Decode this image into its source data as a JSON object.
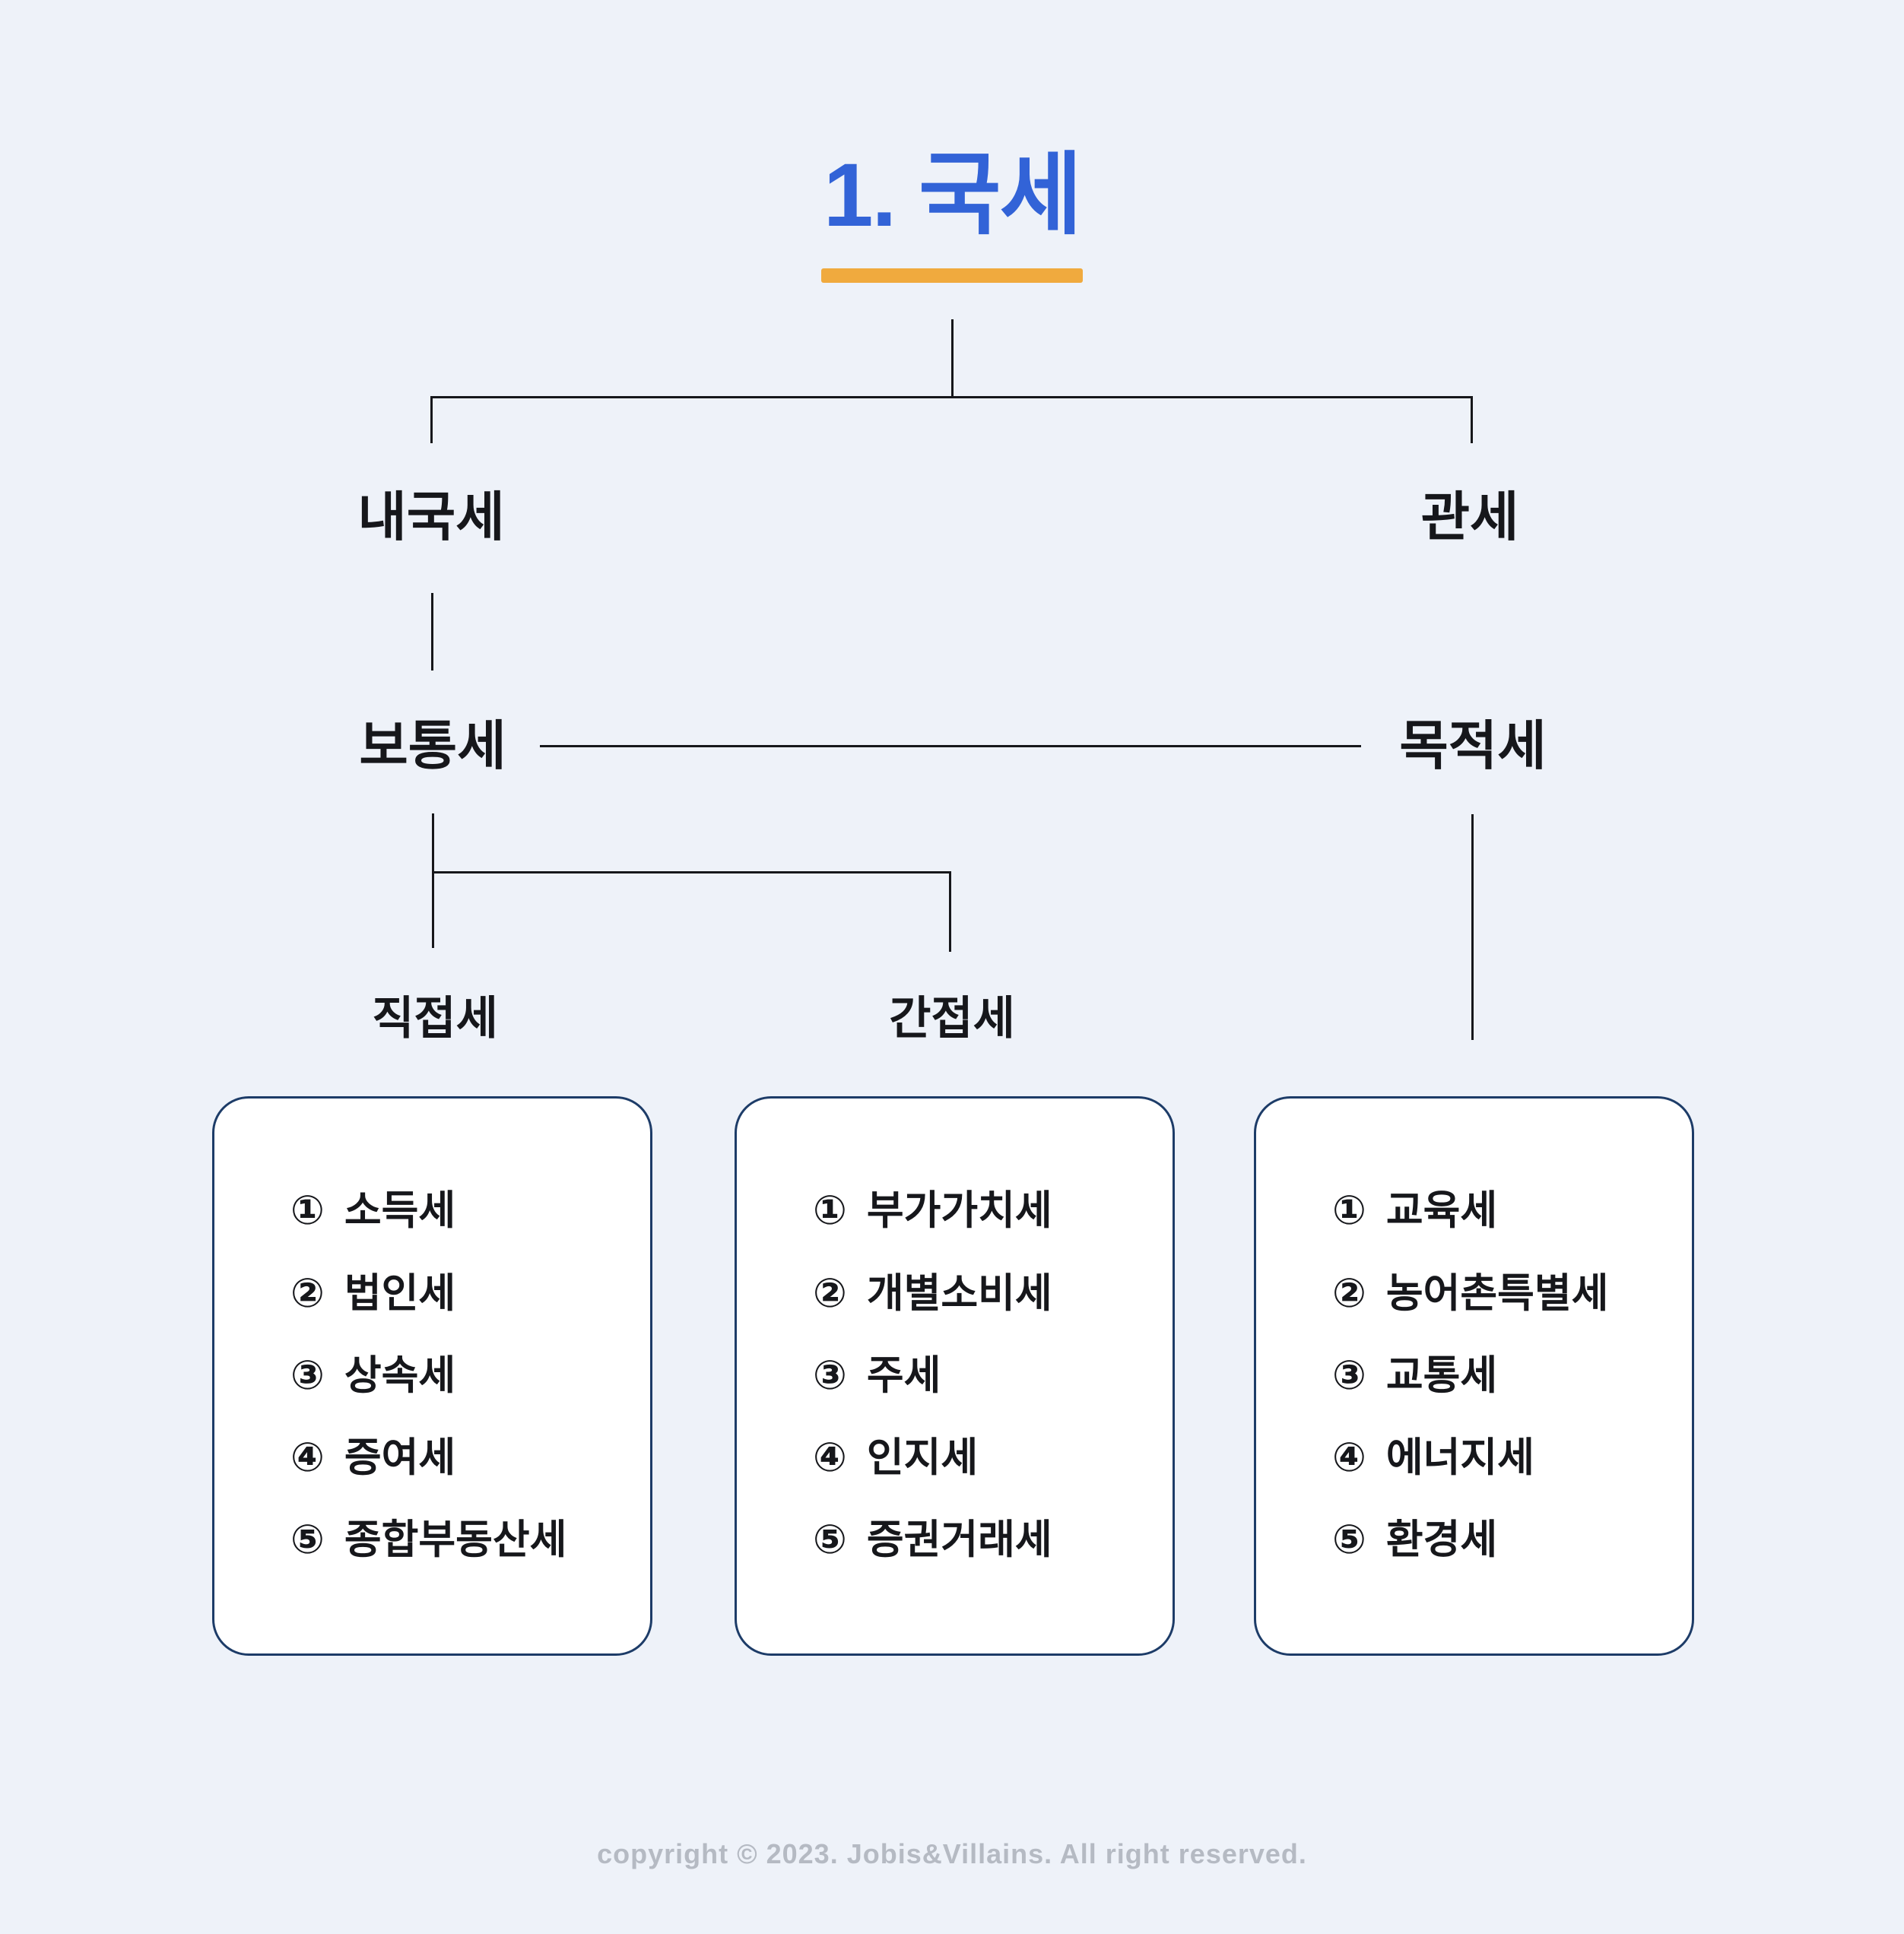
{
  "title": {
    "text": "1. 국세"
  },
  "tree": {
    "domestic_tax": {
      "label": "내국세"
    },
    "customs_duty": {
      "label": "관세"
    },
    "ordinary_tax": {
      "label": "보통세"
    },
    "earmarked_tax": {
      "label": "목적세"
    },
    "direct_tax": {
      "label": "직접세"
    },
    "indirect_tax": {
      "label": "간접세"
    }
  },
  "boxes": [
    {
      "parent": "직접세",
      "items": [
        {
          "num": "①",
          "label": "소득세"
        },
        {
          "num": "②",
          "label": "법인세"
        },
        {
          "num": "③",
          "label": "상속세"
        },
        {
          "num": "④",
          "label": "증여세"
        },
        {
          "num": "⑤",
          "label": "종합부동산세"
        }
      ]
    },
    {
      "parent": "간접세",
      "items": [
        {
          "num": "①",
          "label": "부가가치세"
        },
        {
          "num": "②",
          "label": "개별소비세"
        },
        {
          "num": "③",
          "label": "주세"
        },
        {
          "num": "④",
          "label": "인지세"
        },
        {
          "num": "⑤",
          "label": "증권거래세"
        }
      ]
    },
    {
      "parent": "목적세",
      "items": [
        {
          "num": "①",
          "label": "교육세"
        },
        {
          "num": "②",
          "label": "농어촌특별세"
        },
        {
          "num": "③",
          "label": "교통세"
        },
        {
          "num": "④",
          "label": "에너지세"
        },
        {
          "num": "⑤",
          "label": "환경세"
        }
      ]
    }
  ],
  "footer": {
    "copyright": "copyright © 2023. Jobis&Villains. All right reserved."
  },
  "colors": {
    "background": "#eef2f9",
    "title_blue": "#3263d7",
    "underline_orange": "#f0aa3e",
    "line_dark": "#16171b",
    "box_border_navy": "#1d3c68",
    "box_fill": "#ffffff",
    "footer_gray": "#b5bac3"
  }
}
